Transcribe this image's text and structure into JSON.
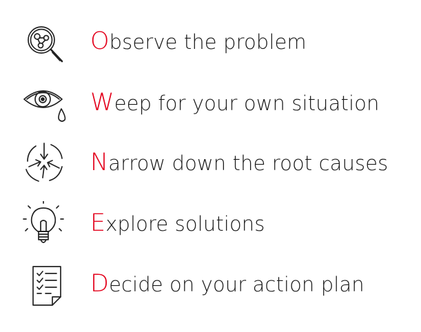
{
  "steps": [
    {
      "letter": "O",
      "rest": "bserve the problem",
      "icon": "magnifier-icon"
    },
    {
      "letter": "W",
      "rest": "eep for your own situation",
      "icon": "crying-eye-icon"
    },
    {
      "letter": "N",
      "rest": "arrow down the root causes",
      "icon": "converging-arrows-icon"
    },
    {
      "letter": "E",
      "rest": "xplore solutions",
      "icon": "lightbulb-icon"
    },
    {
      "letter": "D",
      "rest": "ecide on your action plan",
      "icon": "checklist-icon"
    }
  ],
  "colors": {
    "accent": "#e3001b",
    "text": "#1a1a1a",
    "line": "#222222"
  }
}
